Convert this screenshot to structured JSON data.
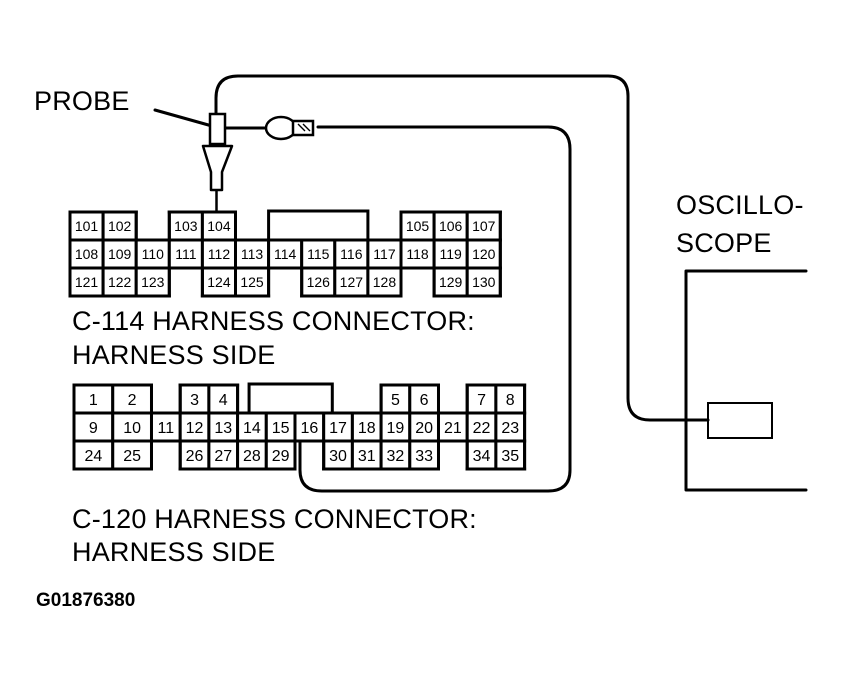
{
  "labels": {
    "probe": "PROBE",
    "oscilloscope_line1": "OSCILLO-",
    "oscilloscope_line2": "SCOPE",
    "c114_line1": "C-114 HARNESS CONNECTOR:",
    "c114_line2": "HARNESS SIDE",
    "c120_line1": "C-120 HARNESS CONNECTOR:",
    "c120_line2": "HARNESS SIDE",
    "figure_id": "G01876380"
  },
  "connectors": {
    "c114": {
      "rows": [
        [
          "101",
          "102",
          "",
          "103",
          "104",
          "",
          "",
          "",
          "",
          "",
          "",
          "105",
          "106",
          "107"
        ],
        [
          "108",
          "109",
          "110",
          "111",
          "112",
          "113",
          "114",
          "115",
          "116",
          "117",
          "118",
          "119",
          "120"
        ],
        [
          "121",
          "122",
          "123",
          "",
          "124",
          "125",
          "",
          "126",
          "127",
          "128",
          "",
          "129",
          "130"
        ]
      ]
    },
    "c120": {
      "rows": [
        [
          "1",
          "2",
          "",
          "3",
          "4",
          "",
          "",
          "",
          "",
          "5",
          "6",
          "",
          "7",
          "8"
        ],
        [
          "9",
          "10",
          "11",
          "12",
          "13",
          "14",
          "15",
          "16",
          "17",
          "18",
          "19",
          "20",
          "21",
          "22",
          "23"
        ],
        [
          "24",
          "25",
          "",
          "26",
          "27",
          "28",
          "29",
          "",
          "30",
          "31",
          "32",
          "33",
          "",
          "34",
          "35"
        ]
      ]
    }
  }
}
